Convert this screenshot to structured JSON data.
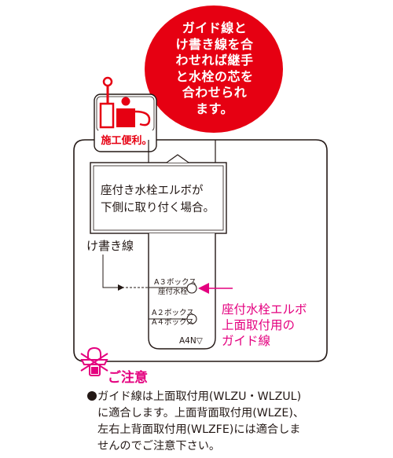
{
  "speech_bubble": {
    "lines": [
      "ガイド線と",
      "け書き線を合",
      "わせれば継手",
      "と水栓の芯を",
      "合わせられ",
      "ます。"
    ]
  },
  "badge": {
    "label": "施工便利。"
  },
  "diagram": {
    "elbow_description": [
      "座付き水栓エルボが",
      "下側に取り付く場合。"
    ],
    "scribe_line_label": "け書き線",
    "a3_box_label": "A３ボックス",
    "faucet_seat_label": "座付水栓",
    "a2_box_label": "A２ボックス",
    "a4_box_label": "A４ボックス",
    "model_label": "A4N▽",
    "guide_line_label": [
      "座付水栓エルボ",
      "上面取付用の",
      "ガイド線"
    ]
  },
  "caution": {
    "title": "ご注意",
    "lines": [
      "ガイド線は上面取付用(WLZU・WLZUL)",
      "に適合します。上面背面取付用(WLZE)、",
      "左右上背面取付用(WLZFE)には適合しま",
      "せんのでご注意下さい。"
    ]
  },
  "colors": {
    "accent_red": "#e60012",
    "guide_magenta": "#e4007f",
    "ink": "#231815"
  }
}
